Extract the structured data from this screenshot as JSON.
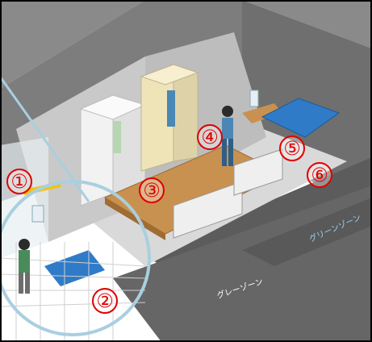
{
  "markers": [
    {
      "label": "①"
    },
    {
      "label": "②"
    },
    {
      "label": "③"
    },
    {
      "label": "④"
    },
    {
      "label": "⑤"
    },
    {
      "label": "⑥"
    }
  ],
  "zones": {
    "gray": "グレーゾーン",
    "green": "グリーンゾーン"
  },
  "colors": {
    "marker": "#e00000",
    "wall": "#7d7d7d",
    "floor": "#d9d9d9",
    "wood": "#c99150",
    "locker_white": "#f2f2f2",
    "locker_cream": "#efe4b8",
    "highlight_circle": "#a9cfe0",
    "mat_blue": "#2f7bc8"
  }
}
